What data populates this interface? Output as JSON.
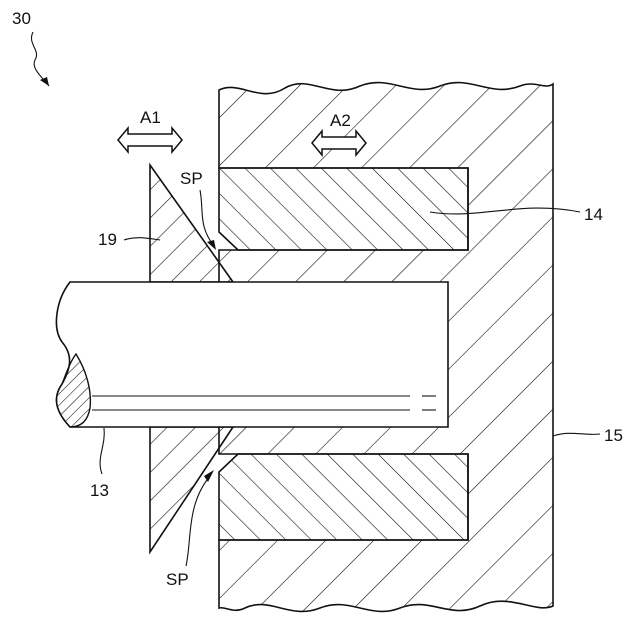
{
  "figure_ref": "30",
  "labels": {
    "a1": "A1",
    "a2": "A2",
    "sp_top": "SP",
    "sp_bottom": "SP",
    "part_19": "19",
    "part_14": "14",
    "part_15": "15",
    "part_13": "13"
  },
  "colors": {
    "line": "#111111",
    "background": "#ffffff"
  }
}
